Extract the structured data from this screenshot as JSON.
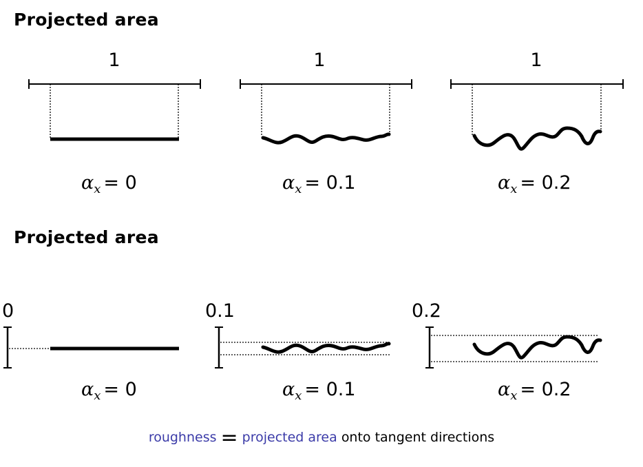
{
  "sections": [
    {
      "heading": "Projected area",
      "panels": [
        {
          "width_label": "1",
          "alpha_label": "α",
          "alpha_sub": "x",
          "alpha_value": "= 0"
        },
        {
          "width_label": "1",
          "alpha_label": "α",
          "alpha_sub": "x",
          "alpha_value": "= 0.1"
        },
        {
          "width_label": "1",
          "alpha_label": "α",
          "alpha_sub": "x",
          "alpha_value": "= 0.2"
        }
      ]
    },
    {
      "heading": "Projected area",
      "panels": [
        {
          "height_label": "0",
          "alpha_label": "α",
          "alpha_sub": "x",
          "alpha_value": "= 0"
        },
        {
          "height_label": "0.1",
          "alpha_label": "α",
          "alpha_sub": "x",
          "alpha_value": "= 0.1"
        },
        {
          "height_label": "0.2",
          "alpha_label": "α",
          "alpha_sub": "x",
          "alpha_value": "= 0.2"
        }
      ]
    }
  ],
  "footer": {
    "term": "roughness",
    "equals": "=",
    "definition": "projected area",
    "rest": "onto tangent directions"
  },
  "colors": {
    "highlight": "#3b3ba8",
    "ink": "#000000"
  }
}
